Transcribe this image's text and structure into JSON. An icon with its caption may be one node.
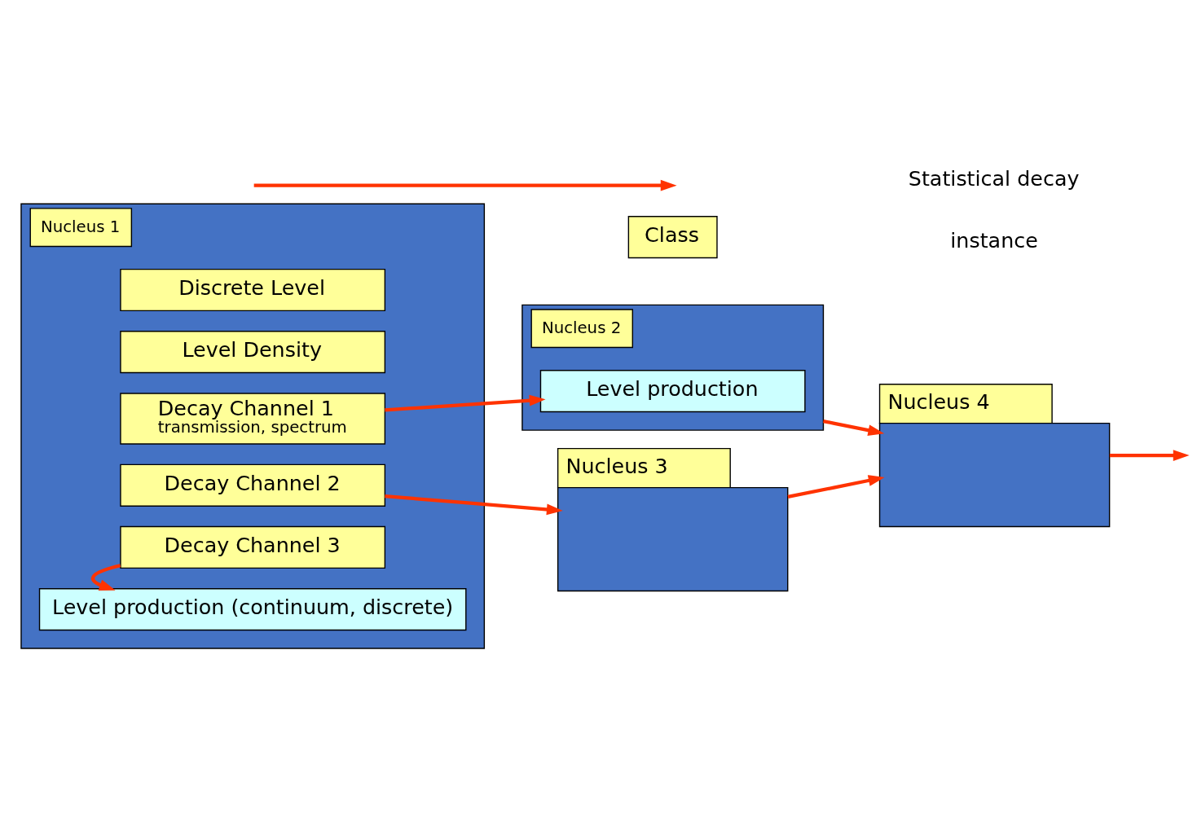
{
  "diagram": {
    "nodes": [
      {
        "text": [
          "Nucleus 1"
        ]
      },
      {
        "text": [
          "Discrete Level"
        ],
        "in": 0
      },
      {
        "text": [
          "Level Density"
        ],
        "in": 0
      },
      {
        "text": [
          "Decay Channel 1",
          "transmission, spectrum"
        ],
        "in": 0
      },
      {
        "text": [
          "Decay Channel 2"
        ],
        "in": 0
      },
      {
        "text": [
          "Decay Channel 3"
        ],
        "in": 0
      },
      {
        "text": [
          "Level production (continuum, discrete)"
        ],
        "in": 0
      },
      {
        "text": [
          "Nucleus 2"
        ]
      },
      {
        "text": [
          "Level production"
        ],
        "in": 7
      },
      {
        "text": [
          "Nucleus 3"
        ]
      },
      {
        "text": [
          "Nucleus 4"
        ]
      }
    ],
    "edges": [
      {
        "from": 3,
        "to": 8,
        "arrow": "to"
      },
      {
        "from": 4,
        "to": 9,
        "arrow": "to"
      },
      {
        "from": 5,
        "to": 6,
        "arrow": "to"
      },
      {
        "from": 7,
        "to": 10,
        "arrow": "to"
      },
      {
        "from": 9,
        "to": 10,
        "arrow": "to"
      },
      {
        "from": 10,
        "to": null,
        "arrow": "to"
      }
    ],
    "labels": [
      "Class"
    ],
    "legend": [
      {
        "text": "Statistical decay"
      },
      {
        "text": "instance"
      }
    ]
  }
}
